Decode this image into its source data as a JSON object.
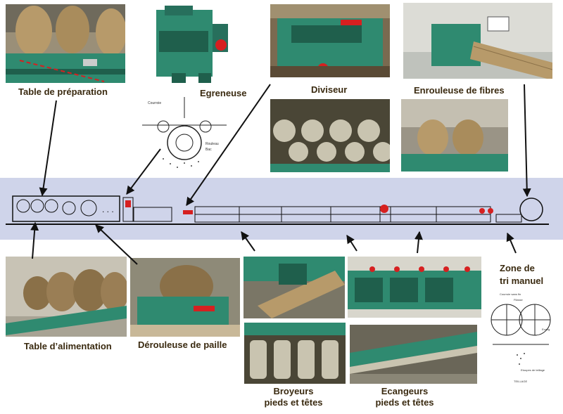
{
  "colors": {
    "machine_green": "#2f8a70",
    "machine_green_dark": "#1f5f4c",
    "flax_tan": "#b79a6a",
    "flax_dark": "#7a6040",
    "red_accent": "#d62020",
    "band": "#cfd4ea",
    "label_text": "#3a2a10"
  },
  "labels": {
    "table_preparation": "Table de préparation",
    "egreneuse": "Egreneuse",
    "diviseur": "Diviseur",
    "enrouleuse": "Enrouleuse de fibres",
    "table_alimentation": "Table d’alimentation",
    "derouleuse": "Dérouleuse de paille",
    "broyeurs_line1": "Broyeurs",
    "broyeurs_line2": "pieds et têtes",
    "ecangeurs_line1": "Ecangeurs",
    "ecangeurs_line2": "pieds et têtes",
    "zone_line1": "Zone de",
    "zone_line2": "tri manuel"
  },
  "sketch_labels": {
    "egreneuse_a": "Courroie",
    "egreneuse_b": "Rouleau",
    "egreneuse_c": "Bac",
    "zone_a": "Courroie sans fin",
    "zone_b": "Filasse",
    "zone_c": "Ecang",
    "zone_d": "Etoupes de teillage",
    "zone_e": "TEILLAGE"
  },
  "photos": [
    {
      "name": "photo-table-preparation",
      "subject": "bales on preparation table"
    },
    {
      "name": "photo-egreneuse",
      "subject": "green deseeding machine"
    },
    {
      "name": "photo-diviseur",
      "subject": "divider machine"
    },
    {
      "name": "photo-enrouleuse",
      "subject": "fibre winder"
    },
    {
      "name": "photo-diviseur-rollers",
      "subject": "divider rollers close-up"
    },
    {
      "name": "photo-rolls",
      "subject": "wound fibre rolls"
    },
    {
      "name": "photo-table-alimentation",
      "subject": "feeding table with bales"
    },
    {
      "name": "photo-derouleuse",
      "subject": "straw unroller"
    },
    {
      "name": "photo-broyeurs-top",
      "subject": "crushers in operation"
    },
    {
      "name": "photo-broyeurs",
      "subject": "crushing rollers"
    },
    {
      "name": "photo-ecangeurs-top",
      "subject": "scutching line overview"
    },
    {
      "name": "photo-ecangeurs",
      "subject": "scutching turbines"
    }
  ]
}
